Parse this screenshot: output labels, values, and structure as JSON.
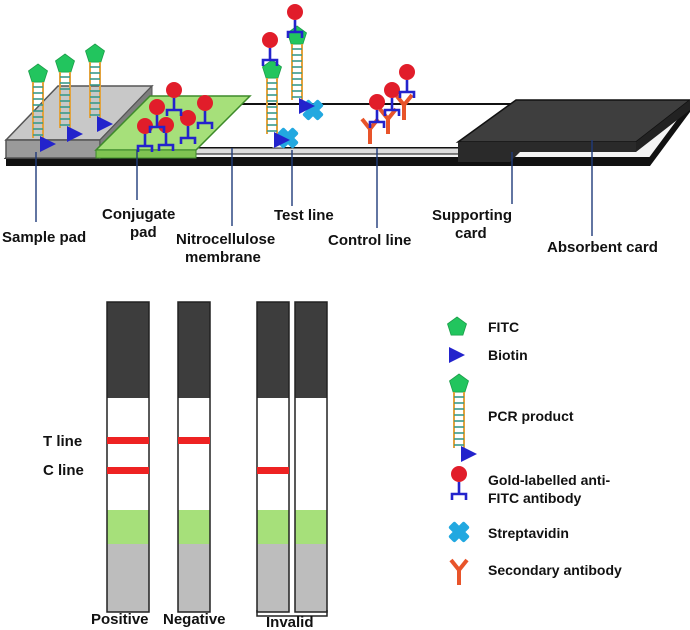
{
  "colors": {
    "fitc": "#22c55e",
    "biotin": "#2323cc",
    "gold": "#e11d2a",
    "antibody_arm": "#2323cc",
    "streptavidin": "#22a8e0",
    "secondary_antibody": "#e8542a",
    "sample_pad": "#c8c8c8",
    "conjugate_pad": "#a6e07a",
    "absorbent_card": "#3e3e3e",
    "strip_base": "#111111",
    "membrane": "#ffffff",
    "test_line": "#ee2222",
    "dna_strand": "#e2a23c",
    "dna_rung": "#3a9a8a"
  },
  "labels": {
    "sample_pad": "Sample pad",
    "conjugate_pad_line1": "Conjugate",
    "conjugate_pad_line2": "pad",
    "nitrocellulose_line1": "Nitrocellulose",
    "nitrocellulose_line2": "membrane",
    "test_line": "Test line",
    "control_line": "Control line",
    "supporting_card_line1": "Supporting",
    "supporting_card_line2": "card",
    "absorbent_card": "Absorbent card"
  },
  "strips": {
    "t_line": "T line",
    "c_line": "C line",
    "positive": "Positive",
    "negative": "Negative",
    "invalid": "Invalid"
  },
  "legend": {
    "fitc": "FITC",
    "biotin": "Biotin",
    "pcr_product": "PCR product",
    "gold_line1": "Gold-labelled anti-",
    "gold_line2": "FITC antibody",
    "streptavidin": "Streptavidin",
    "secondary_antibody": "Secondary antibody"
  }
}
